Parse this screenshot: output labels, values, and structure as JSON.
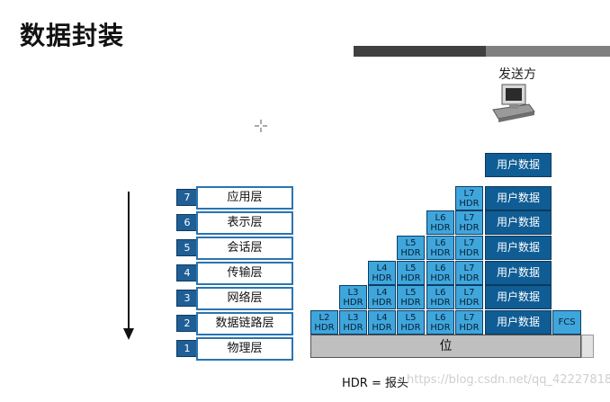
{
  "title": "数据封装",
  "sender_label": "发送方",
  "layers": [
    {
      "num": "7",
      "name": "应用层"
    },
    {
      "num": "6",
      "name": "表示层"
    },
    {
      "num": "5",
      "name": "会话层"
    },
    {
      "num": "4",
      "name": "传输层"
    },
    {
      "num": "3",
      "name": "网络层"
    },
    {
      "num": "2",
      "name": "数据链路层"
    },
    {
      "num": "1",
      "name": "物理层"
    }
  ],
  "user_data": "用户数据",
  "hdr_text": "HDR",
  "hdr_labels": [
    "L2",
    "L3",
    "L4",
    "L5",
    "L6",
    "L7"
  ],
  "fcs": "FCS",
  "bit": "位",
  "legend": "HDR = 报头",
  "watermark": "https://blog.csdn.net/qq_42227818",
  "colors": {
    "header_block": "#3fa6dc",
    "data_block": "#0f5d94",
    "layer_border": "#2a74b0",
    "physical_bar": "#bfbfbf"
  }
}
